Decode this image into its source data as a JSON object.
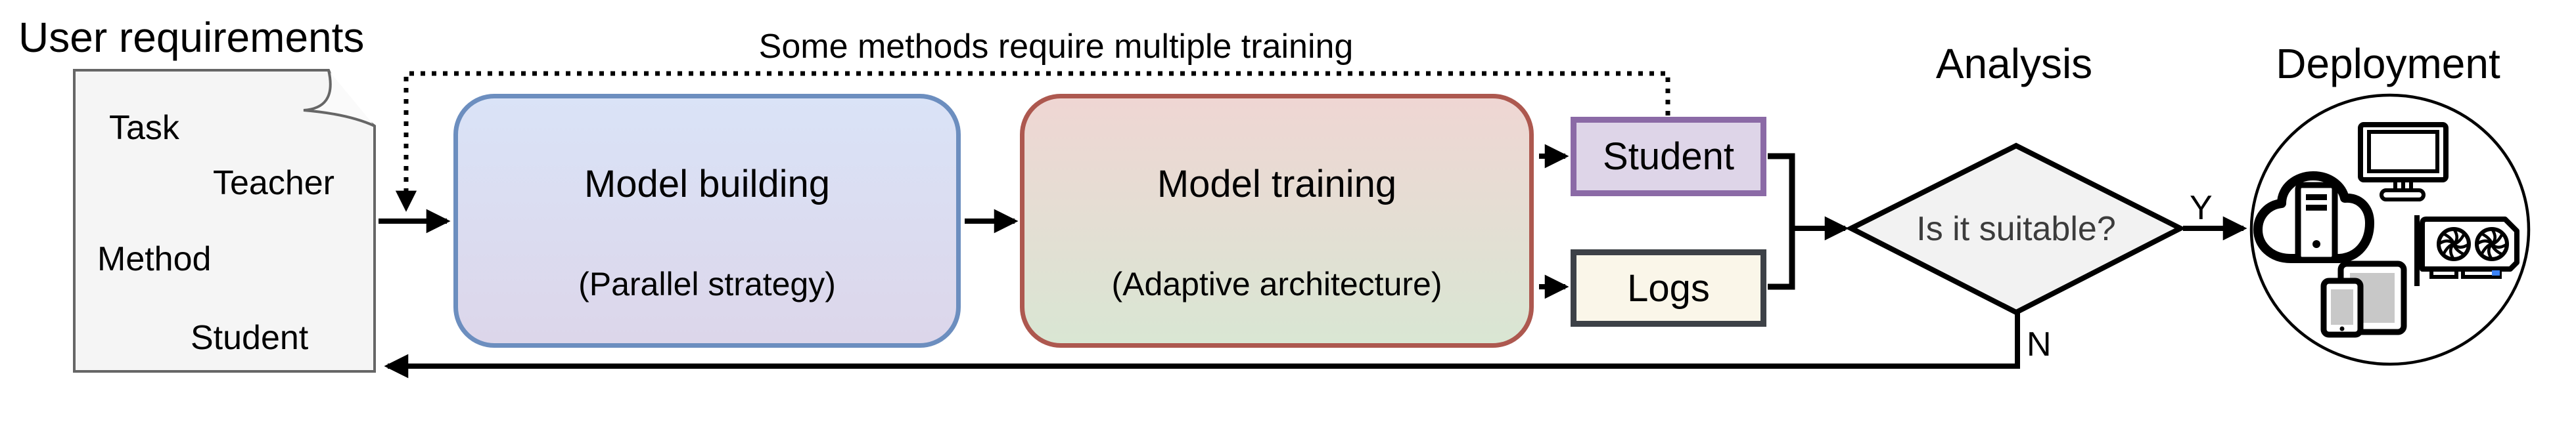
{
  "title_left": "User requirements",
  "document": {
    "items": [
      "Task",
      "Teacher",
      "Method",
      "Student"
    ]
  },
  "note": "Some methods require multiple training",
  "nodes": {
    "model_building": {
      "title": "Model building",
      "subtitle": "(Parallel strategy)"
    },
    "model_training": {
      "title": "Model training",
      "subtitle": "(Adaptive architecture)"
    },
    "student": {
      "label": "Student"
    },
    "logs": {
      "label": "Logs"
    },
    "decision": {
      "label": "Is it suitable?",
      "section": "Analysis"
    },
    "deployment": {
      "section": "Deployment",
      "icons": [
        "cloud-server",
        "monitor",
        "gpu",
        "mobile-devices"
      ]
    }
  },
  "edges": {
    "yes": "Y",
    "no": "N"
  },
  "colors": {
    "building_border": "#6c8ebf",
    "building_fill_top": "#dae3f7",
    "building_fill_bottom": "#dcd6ea",
    "training_border": "#ad584f",
    "training_fill_top": "#efd6d3",
    "training_fill_bottom": "#d9e6d3",
    "student_border": "#8b6aa6",
    "student_fill": "#ded5e8",
    "logs_border": "#3d4147",
    "logs_fill": "#faf6e9",
    "document_fill": "#f5f5f5",
    "diamond_fill": "#f2f2f2",
    "gpu_notch_blue": "#3b82f6"
  }
}
